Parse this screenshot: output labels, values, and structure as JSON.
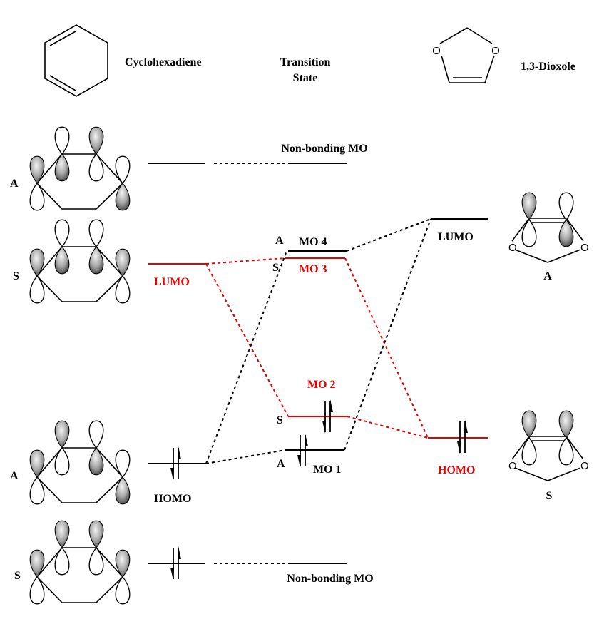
{
  "title": "Frontier molecular orbital correlation diagram: cyclohexadiene + 1,3-dioxole",
  "colors": {
    "black": "#000000",
    "red": "#e80000"
  },
  "headers": {
    "left_molecule": "Cyclohexadiene",
    "center": [
      "Transition",
      "State"
    ],
    "right_molecule": "1,3-Dioxole"
  },
  "dioxole_atoms": [
    "O",
    "O"
  ],
  "left_orbitals": [
    {
      "symmetry": "A",
      "label": "",
      "electrons": 0,
      "color": "black",
      "note": "Non-bonding MO"
    },
    {
      "symmetry": "S",
      "label": "LUMO",
      "electrons": 0,
      "color": "red"
    },
    {
      "symmetry": "A",
      "label": "HOMO",
      "electrons": 2,
      "color": "black"
    },
    {
      "symmetry": "S",
      "label": "",
      "electrons": 2,
      "color": "black",
      "note": "Non-bonding MO"
    }
  ],
  "center_orbitals": [
    {
      "name": "Non-bonding MO (upper)",
      "label": "Non-bonding MO",
      "symmetry": "",
      "electrons": 0,
      "color": "black"
    },
    {
      "name": "MO 4",
      "label": "MO 4",
      "symmetry": "A",
      "electrons": 0,
      "color": "black"
    },
    {
      "name": "MO 3",
      "label": "MO 3",
      "symmetry": "S",
      "electrons": 0,
      "color": "red"
    },
    {
      "name": "MO 2",
      "label": "MO 2",
      "symmetry": "S",
      "electrons": 2,
      "color": "red"
    },
    {
      "name": "MO 1",
      "label": "MO 1",
      "symmetry": "A",
      "electrons": 2,
      "color": "black"
    },
    {
      "name": "Non-bonding MO (lower)",
      "label": "Non-bonding MO",
      "symmetry": "",
      "electrons": 0,
      "color": "black"
    }
  ],
  "right_orbitals": [
    {
      "symmetry": "A",
      "label": "LUMO",
      "electrons": 0,
      "color": "black"
    },
    {
      "symmetry": "S",
      "label": "HOMO",
      "electrons": 2,
      "color": "red"
    }
  ],
  "correlations": [
    {
      "from": "Cyclohexadiene A (top)",
      "to": "Non-bonding MO (upper)",
      "color": "black"
    },
    {
      "from": "Cyclohexadiene LUMO",
      "to": "MO 3",
      "color": "red"
    },
    {
      "from": "Cyclohexadiene LUMO",
      "to": "MO 2",
      "color": "red"
    },
    {
      "from": "Cyclohexadiene HOMO",
      "to": "MO 4",
      "color": "black"
    },
    {
      "from": "Cyclohexadiene HOMO",
      "to": "MO 1",
      "color": "black"
    },
    {
      "from": "Dioxole LUMO",
      "to": "MO 4",
      "color": "black"
    },
    {
      "from": "Dioxole LUMO",
      "to": "MO 1",
      "color": "black"
    },
    {
      "from": "Dioxole HOMO",
      "to": "MO 3",
      "color": "red"
    },
    {
      "from": "Dioxole HOMO",
      "to": "MO 2",
      "color": "red"
    },
    {
      "from": "Cyclohexadiene S (bottom)",
      "to": "Non-bonding MO (lower)",
      "color": "black"
    }
  ],
  "labels": {
    "nb_upper": "Non-bonding MO",
    "nb_lower": "Non-bonding MO",
    "left_sym": [
      "A",
      "S",
      "A",
      "S"
    ],
    "left_lumo": "LUMO",
    "left_homo": "HOMO",
    "mo4": "MO 4",
    "mo3": "MO 3",
    "mo2": "MO 2",
    "mo1": "MO 1",
    "mo4_sym": "A",
    "mo3_sym": "S",
    "mo2_sym": "S",
    "mo1_sym": "A",
    "right_lumo": "LUMO",
    "right_homo": "HOMO",
    "right_lumo_sym": "A",
    "right_homo_sym": "S"
  }
}
